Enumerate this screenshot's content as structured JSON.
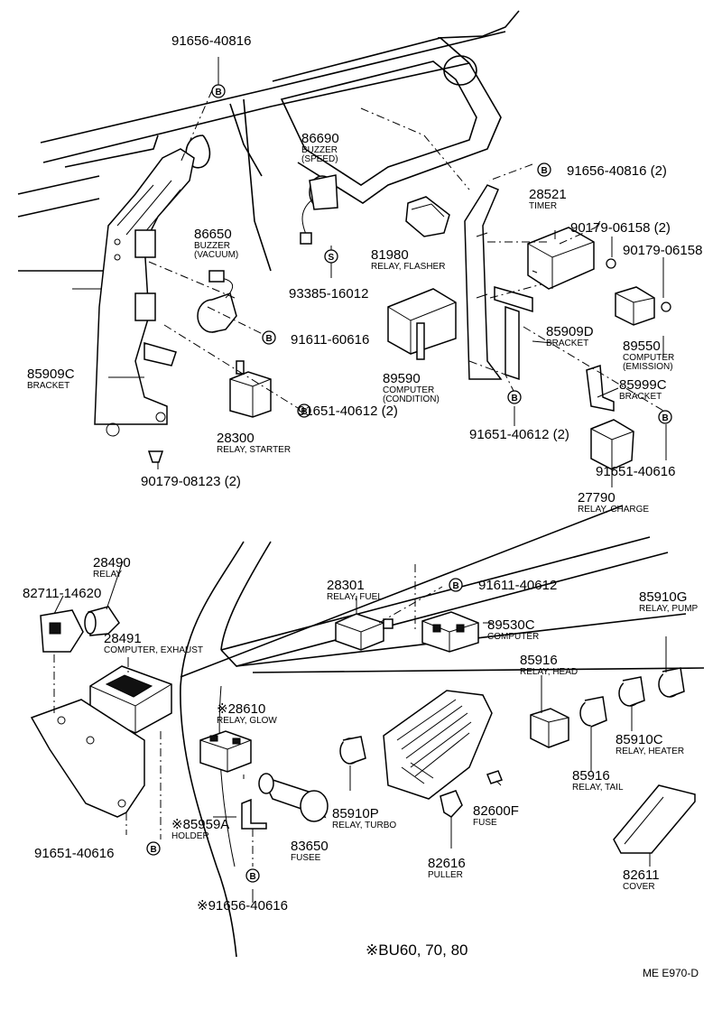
{
  "diagram_ref": "ME E970-D",
  "footnote": "※BU60, 70, 80",
  "fastener_codes": {
    "bolt": "B",
    "screw": "S"
  },
  "parts": [
    {
      "number": "91656-40816",
      "desc": ""
    },
    {
      "number": "86690",
      "desc": [
        "BUZZER",
        "(SPEED)"
      ]
    },
    {
      "number": "91656-40816 (2)",
      "desc": ""
    },
    {
      "number": "28521",
      "desc": [
        "TIMER"
      ]
    },
    {
      "number": "90179-06158 (2)",
      "desc": ""
    },
    {
      "number": "90179-06158",
      "desc": ""
    },
    {
      "number": "81980",
      "desc": [
        "RELAY, FLASHER"
      ]
    },
    {
      "number": "86650",
      "desc": [
        "BUZZER",
        "(VACUUM)"
      ]
    },
    {
      "number": "93385-16012",
      "desc": ""
    },
    {
      "number": "91611-60616",
      "desc": ""
    },
    {
      "number": "85909D",
      "desc": [
        "BRACKET"
      ]
    },
    {
      "number": "89550",
      "desc": [
        "COMPUTER",
        "(EMISSION)"
      ]
    },
    {
      "number": "85909C",
      "desc": [
        "BRACKET"
      ]
    },
    {
      "number": "89590",
      "desc": [
        "COMPUTER",
        "(CONDITION)"
      ]
    },
    {
      "number": "85999C",
      "desc": [
        "BRACKET"
      ]
    },
    {
      "number": "91651-40612 (2)",
      "desc": ""
    },
    {
      "number": "28300",
      "desc": [
        "RELAY, STARTER"
      ]
    },
    {
      "number": "91651-40612 (2)",
      "desc": ""
    },
    {
      "number": "91651-40616",
      "desc": ""
    },
    {
      "number": "90179-08123 (2)",
      "desc": ""
    },
    {
      "number": "27790",
      "desc": [
        "RELAY, CHARGE"
      ]
    },
    {
      "number": "28490",
      "desc": [
        "RELAY"
      ]
    },
    {
      "number": "82711-14620",
      "desc": ""
    },
    {
      "number": "28301",
      "desc": [
        "RELAY, FUEL"
      ]
    },
    {
      "number": "91611-40612",
      "desc": ""
    },
    {
      "number": "85910G",
      "desc": [
        "RELAY, PUMP"
      ]
    },
    {
      "number": "28491",
      "desc": [
        "COMPUTER, EXHAUST"
      ]
    },
    {
      "number": "89530C",
      "desc": [
        "COMPUTER"
      ]
    },
    {
      "number": "85916",
      "desc": [
        "RELAY, HEAD"
      ]
    },
    {
      "number": "※28610",
      "desc": [
        "RELAY, GLOW"
      ]
    },
    {
      "number": "85910C",
      "desc": [
        "RELAY, HEATER"
      ]
    },
    {
      "number": "85916",
      "desc": [
        "RELAY, TAIL"
      ]
    },
    {
      "number": "※85959A",
      "desc": [
        "HOLDER"
      ]
    },
    {
      "number": "85910P",
      "desc": [
        "RELAY, TURBO"
      ]
    },
    {
      "number": "82600F",
      "desc": [
        "FUSE"
      ]
    },
    {
      "number": "83650",
      "desc": [
        "FUSEE"
      ]
    },
    {
      "number": "82616",
      "desc": [
        "PULLER"
      ]
    },
    {
      "number": "82611",
      "desc": [
        "COVER"
      ]
    },
    {
      "number": "91651-40616",
      "desc": ""
    },
    {
      "number": "※91656-40616",
      "desc": ""
    }
  ]
}
